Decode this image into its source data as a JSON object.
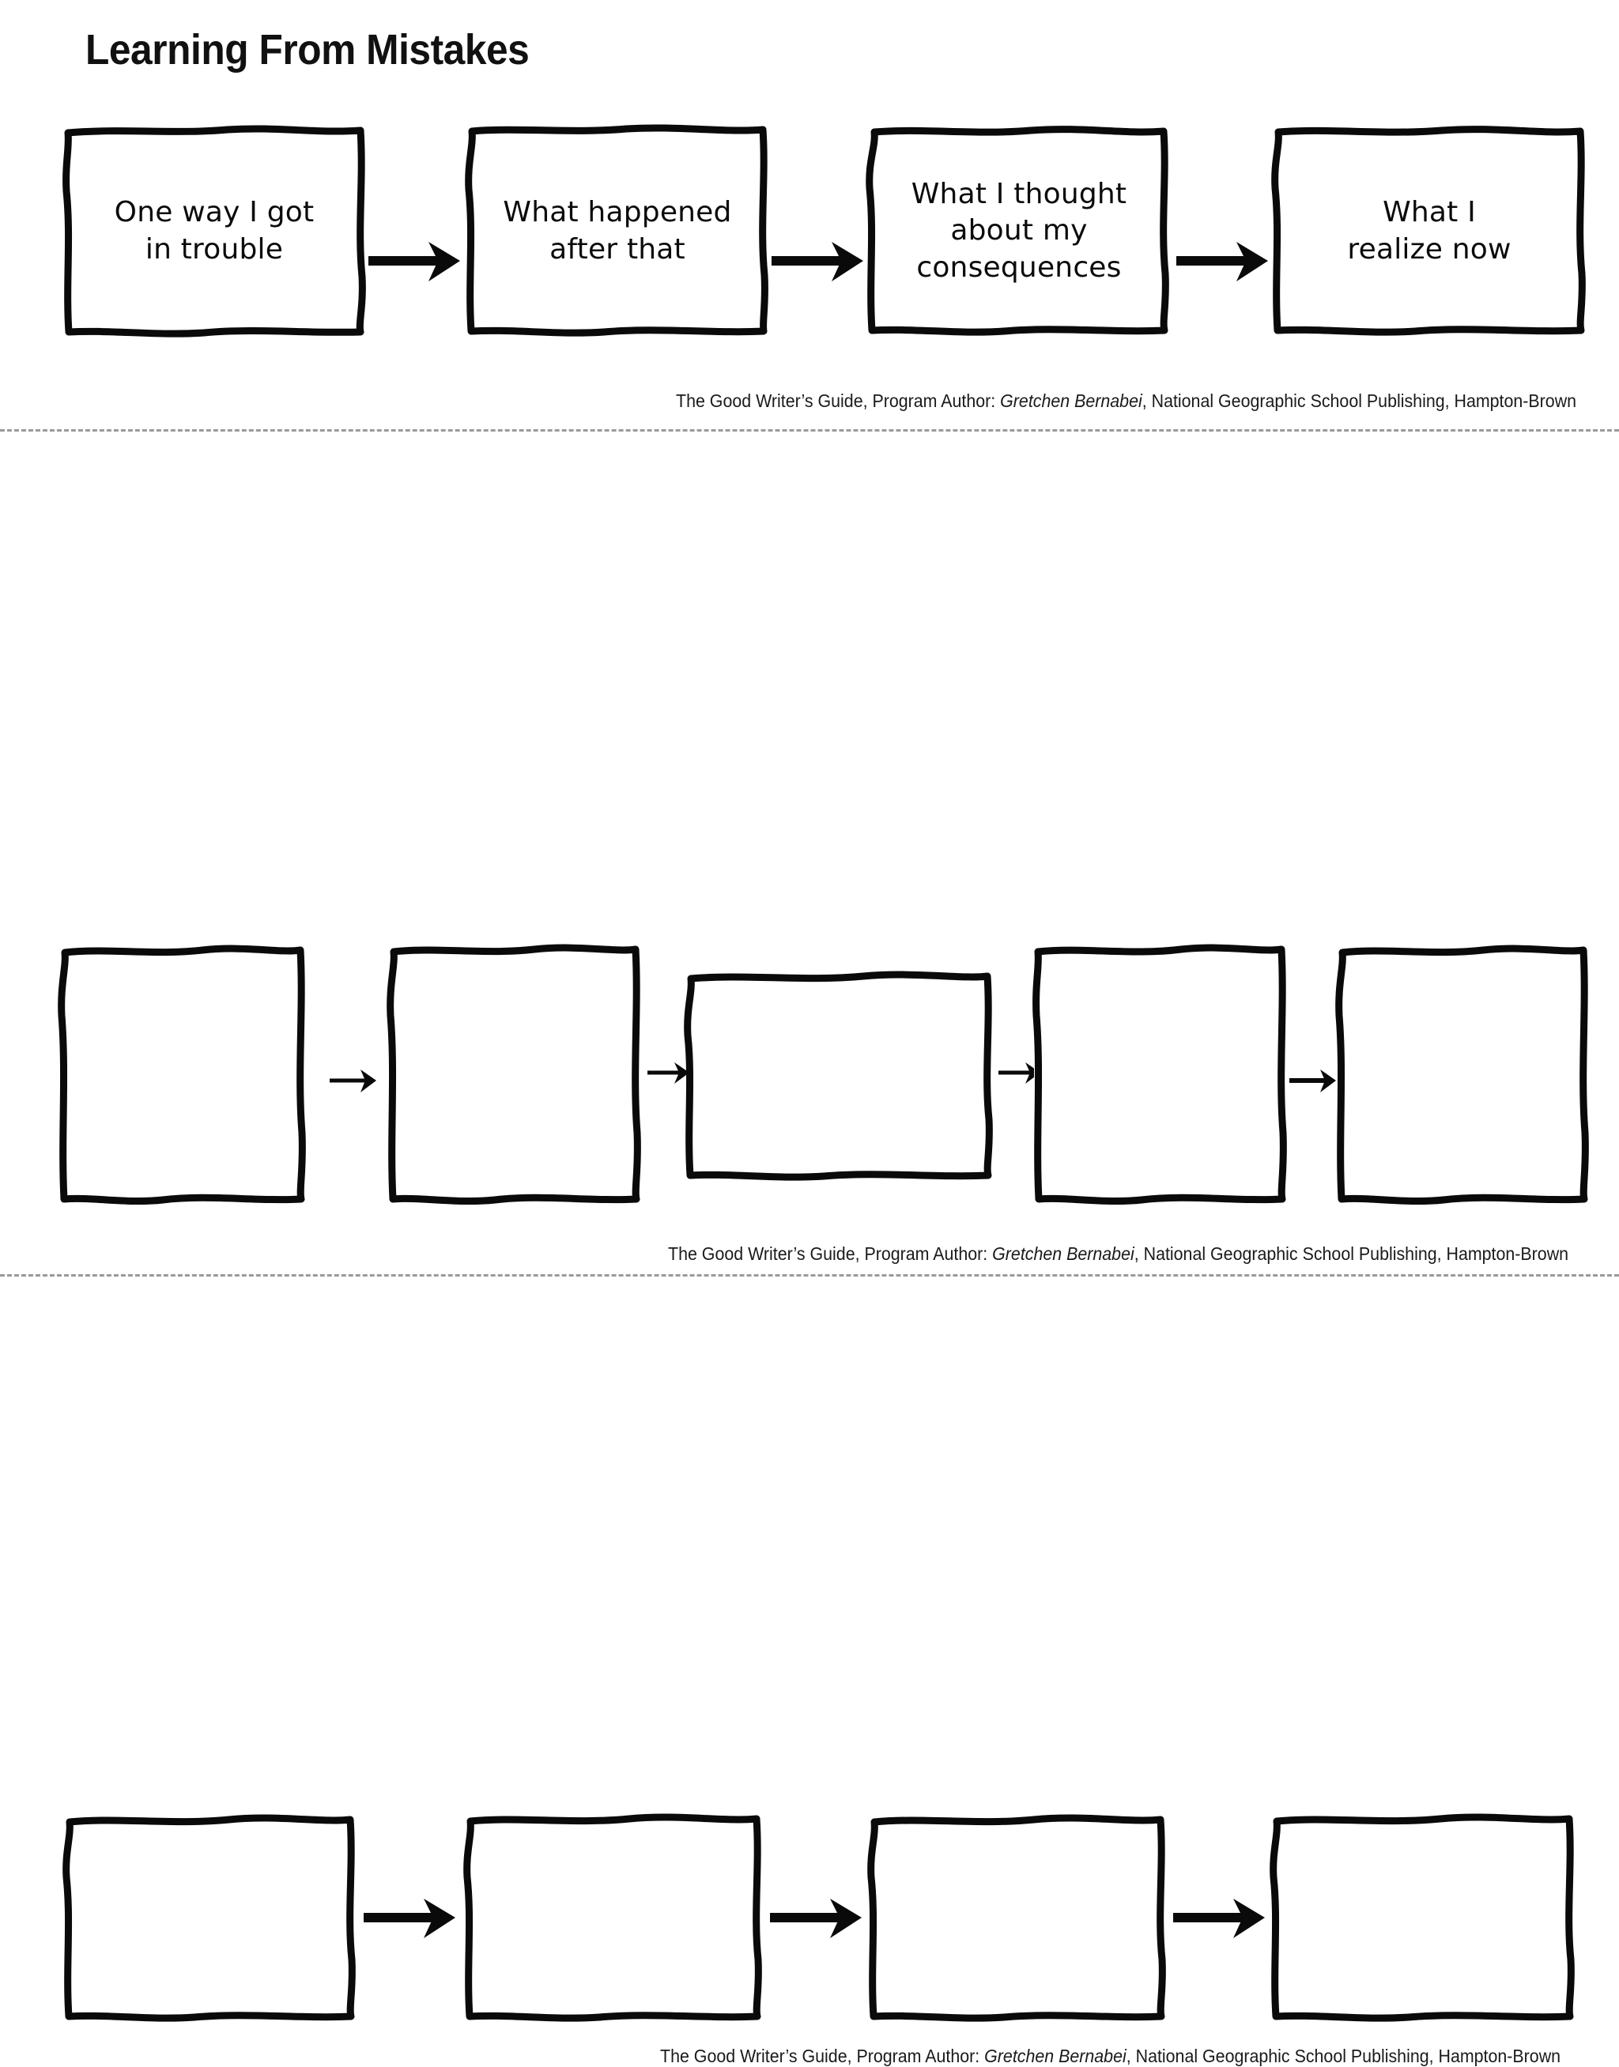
{
  "page": {
    "title": "Learning From Mistakes",
    "background_color": "#ffffff",
    "ink_color": "#111111",
    "divider_color": "#9a9a9a"
  },
  "citation": {
    "prefix": "The Good Writer’s Guide, Program Author: ",
    "author": "Gretchen Bernabei",
    "suffix": ", National Geographic School Publishing, Hampton-Brown",
    "full": "The Good Writer’s Guide, Program Author: Gretchen Bernabei, National Geographic School Publishing, Hampton-Brown"
  },
  "sections": [
    {
      "name": "labeled-flow",
      "box_count": 4,
      "boxes": [
        {
          "label": "One way I got\nin trouble"
        },
        {
          "label": "What happened\nafter that"
        },
        {
          "label": "What I thought\nabout my\nconsequences"
        },
        {
          "label": "What I\nrealize now"
        }
      ],
      "arrows": [
        "arrow-right-icon",
        "arrow-right-icon",
        "arrow-right-icon"
      ]
    },
    {
      "name": "blank-flow-five",
      "box_count": 5,
      "boxes": [
        {
          "label": ""
        },
        {
          "label": ""
        },
        {
          "label": ""
        },
        {
          "label": ""
        },
        {
          "label": ""
        }
      ],
      "arrows": [
        "arrow-right-icon",
        "arrow-right-icon",
        "arrow-right-icon",
        "arrow-right-icon"
      ]
    },
    {
      "name": "blank-flow-four",
      "box_count": 4,
      "boxes": [
        {
          "label": ""
        },
        {
          "label": ""
        },
        {
          "label": ""
        },
        {
          "label": ""
        }
      ],
      "arrows": [
        "arrow-right-icon",
        "arrow-right-icon",
        "arrow-right-icon"
      ]
    }
  ]
}
